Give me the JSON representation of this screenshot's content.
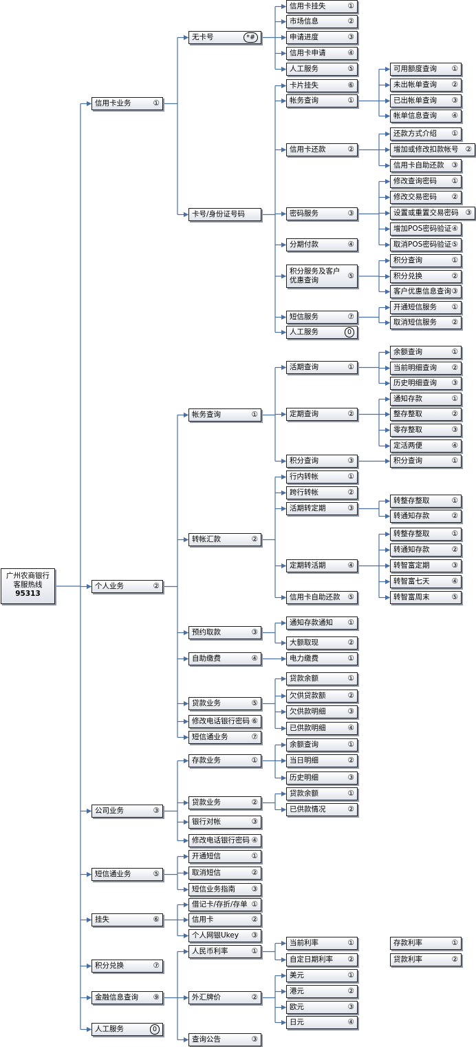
{
  "root": {
    "line1": "广州农商银行",
    "line2": "客服热线",
    "line3": "95313"
  },
  "nodes": [
    {
      "id": "credit",
      "label": "信用卡业务",
      "num": "①"
    },
    {
      "id": "nocard",
      "label": "无卡号",
      "num": "*#"
    },
    {
      "id": "nc1",
      "label": "信用卡挂失",
      "num": "①"
    },
    {
      "id": "nc2",
      "label": "市场信息",
      "num": "②"
    },
    {
      "id": "nc3",
      "label": "申请进度",
      "num": "③"
    },
    {
      "id": "nc4",
      "label": "信用卡申请",
      "num": "④"
    },
    {
      "id": "nc5",
      "label": "人工服务",
      "num": "⑤"
    },
    {
      "id": "cardid",
      "label": "卡号/身份证号码",
      "num": ""
    },
    {
      "id": "c1",
      "label": "卡片挂失",
      "num": "⑥"
    },
    {
      "id": "c2",
      "label": "帐务查询",
      "num": "①"
    },
    {
      "id": "c2a",
      "label": "可用额度查询",
      "num": "①"
    },
    {
      "id": "c2b",
      "label": "未出帐单查询",
      "num": "②"
    },
    {
      "id": "c2c",
      "label": "已出帐单查询",
      "num": "③"
    },
    {
      "id": "c2d",
      "label": "帐单信息查询",
      "num": "④"
    },
    {
      "id": "c3",
      "label": "信用卡还款",
      "num": "②"
    },
    {
      "id": "c3a",
      "label": "还款方式介绍",
      "num": "①"
    },
    {
      "id": "c3b",
      "label": "增加或修改扣款帐号",
      "num": "②"
    },
    {
      "id": "c3c",
      "label": "信用卡自助还款",
      "num": "③"
    },
    {
      "id": "c4",
      "label": "密码服务",
      "num": "③"
    },
    {
      "id": "c4a",
      "label": "修改查询密码",
      "num": "①"
    },
    {
      "id": "c4b",
      "label": "修改交易密码",
      "num": "②"
    },
    {
      "id": "c4c",
      "label": "设置或重置交易密码",
      "num": "③"
    },
    {
      "id": "c4d",
      "label": "增加POS密码验证",
      "num": "④"
    },
    {
      "id": "c4e",
      "label": "取消POS密码验证",
      "num": "⑤"
    },
    {
      "id": "c5",
      "label": "分期付款",
      "num": "④"
    },
    {
      "id": "c6",
      "label": "积分服务及客户优惠查询",
      "num": "⑤"
    },
    {
      "id": "c6a",
      "label": "积分查询",
      "num": "①"
    },
    {
      "id": "c6b",
      "label": "积分兑换",
      "num": "②"
    },
    {
      "id": "c6c",
      "label": "客户优惠信息查询",
      "num": "③"
    },
    {
      "id": "c7",
      "label": "短信服务",
      "num": "⑦"
    },
    {
      "id": "c7a",
      "label": "开通短信服务",
      "num": "①"
    },
    {
      "id": "c7b",
      "label": "取消短信服务",
      "num": "②"
    },
    {
      "id": "c8",
      "label": "人工服务",
      "num": "0"
    },
    {
      "id": "personal",
      "label": "个人业务",
      "num": "②"
    },
    {
      "id": "p1",
      "label": "帐务查询",
      "num": "①"
    },
    {
      "id": "p1a",
      "label": "活期查询",
      "num": "①"
    },
    {
      "id": "p1a1",
      "label": "余额查询",
      "num": "①"
    },
    {
      "id": "p1a2",
      "label": "当前明细查询",
      "num": "②"
    },
    {
      "id": "p1a3",
      "label": "历史明细查询",
      "num": "③"
    },
    {
      "id": "p1b",
      "label": "定期查询",
      "num": "②"
    },
    {
      "id": "p1b1",
      "label": "通知存款",
      "num": "①"
    },
    {
      "id": "p1b2",
      "label": "整存整取",
      "num": "②"
    },
    {
      "id": "p1b3",
      "label": "零存整取",
      "num": "③"
    },
    {
      "id": "p1b4",
      "label": "定活两便",
      "num": "④"
    },
    {
      "id": "p1c",
      "label": "积分查询",
      "num": "③"
    },
    {
      "id": "p1c1",
      "label": "积分查询",
      "num": "①"
    },
    {
      "id": "p2",
      "label": "转帐汇款",
      "num": "②"
    },
    {
      "id": "p2a",
      "label": "行内转帐",
      "num": "①"
    },
    {
      "id": "p2b",
      "label": "跨行转帐",
      "num": "②"
    },
    {
      "id": "p2c",
      "label": "活期转定期",
      "num": "③"
    },
    {
      "id": "p2c1",
      "label": "转整存整取",
      "num": "①"
    },
    {
      "id": "p2c2",
      "label": "转通知存款",
      "num": "②"
    },
    {
      "id": "p2d",
      "label": "定期转活期",
      "num": "④"
    },
    {
      "id": "p2d1",
      "label": "转整存整取",
      "num": "①"
    },
    {
      "id": "p2d2",
      "label": "转通知存款",
      "num": "②"
    },
    {
      "id": "p2d3",
      "label": "转智富定期",
      "num": "③"
    },
    {
      "id": "p2d4",
      "label": "转智富七天",
      "num": "④"
    },
    {
      "id": "p2d5",
      "label": "转智富周末",
      "num": "⑤"
    },
    {
      "id": "p2e",
      "label": "信用卡自助还款",
      "num": "⑤"
    },
    {
      "id": "p3",
      "label": "预约取款",
      "num": "③"
    },
    {
      "id": "p3a",
      "label": "通知存款通知",
      "num": "①"
    },
    {
      "id": "p3b",
      "label": "大额取现",
      "num": "②"
    },
    {
      "id": "p4",
      "label": "自助缴费",
      "num": "④"
    },
    {
      "id": "p4a",
      "label": "电力缴费",
      "num": "①"
    },
    {
      "id": "p5",
      "label": "贷款业务",
      "num": "⑤"
    },
    {
      "id": "p5a",
      "label": "贷款余额",
      "num": "①"
    },
    {
      "id": "p5b",
      "label": "欠供贷款额",
      "num": "②"
    },
    {
      "id": "p5c",
      "label": "欠供款明细",
      "num": "③"
    },
    {
      "id": "p5d",
      "label": "已供款明细",
      "num": "④"
    },
    {
      "id": "p6",
      "label": "修改电话银行密码",
      "num": "⑥"
    },
    {
      "id": "p7",
      "label": "短信通业务",
      "num": "⑦"
    },
    {
      "id": "corp",
      "label": "公司业务",
      "num": "③"
    },
    {
      "id": "q1",
      "label": "存款业务",
      "num": "①"
    },
    {
      "id": "q1a",
      "label": "余额查询",
      "num": "①"
    },
    {
      "id": "q1b",
      "label": "当日明细",
      "num": "②"
    },
    {
      "id": "q1c",
      "label": "历史明细",
      "num": "③"
    },
    {
      "id": "q2",
      "label": "贷款业务",
      "num": "②"
    },
    {
      "id": "q2a",
      "label": "贷款余额",
      "num": "①"
    },
    {
      "id": "q2b",
      "label": "已供款情况",
      "num": "②"
    },
    {
      "id": "q3",
      "label": "银行对帐",
      "num": "③"
    },
    {
      "id": "q4",
      "label": "修改电话银行密码",
      "num": "④"
    },
    {
      "id": "sms",
      "label": "短信通业务",
      "num": "⑤"
    },
    {
      "id": "s1",
      "label": "开通短信",
      "num": "①"
    },
    {
      "id": "s2",
      "label": "取消短信",
      "num": "②"
    },
    {
      "id": "s3",
      "label": "短信业务指南",
      "num": "③"
    },
    {
      "id": "loss",
      "label": "挂失",
      "num": "⑥"
    },
    {
      "id": "l1",
      "label": "借记卡/存折/存单",
      "num": "①"
    },
    {
      "id": "l2",
      "label": "信用卡",
      "num": "②"
    },
    {
      "id": "l3",
      "label": "个人网银Ukey",
      "num": "③"
    },
    {
      "id": "points",
      "label": "积分兑换",
      "num": "⑦"
    },
    {
      "id": "fin",
      "label": "金融信息查询",
      "num": "⑨"
    },
    {
      "id": "f1",
      "label": "人民币利率",
      "num": "①"
    },
    {
      "id": "f1a",
      "label": "当前利率",
      "num": "①"
    },
    {
      "id": "f1b",
      "label": "自定日期利率",
      "num": "②"
    },
    {
      "id": "f1x",
      "label": "存款利率",
      "num": "①"
    },
    {
      "id": "f1y",
      "label": "贷款利率",
      "num": "②"
    },
    {
      "id": "f2",
      "label": "外汇牌价",
      "num": "②"
    },
    {
      "id": "f2a",
      "label": "美元",
      "num": "①"
    },
    {
      "id": "f2b",
      "label": "港元",
      "num": "②"
    },
    {
      "id": "f2c",
      "label": "欧元",
      "num": "③"
    },
    {
      "id": "f2d",
      "label": "日元",
      "num": "④"
    },
    {
      "id": "f3",
      "label": "查询公告",
      "num": "③"
    },
    {
      "id": "manual",
      "label": "人工服务",
      "num": "0"
    }
  ]
}
